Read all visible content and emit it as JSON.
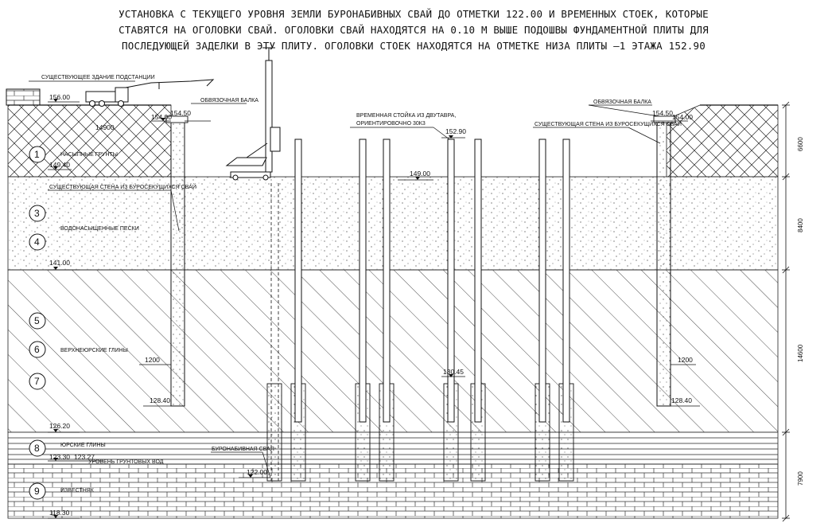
{
  "title": {
    "line1": "УСТАНОВКА С ТЕКУЩЕГО УРОВНЯ ЗЕМЛИ БУРОНАБИВНЫХ СВАЙ ДО ОТМЕТКИ 122.00 И ВРЕМЕННЫХ СТОЕК, КОТОРЫЕ",
    "line2": "СТАВЯТСЯ НА ОГОЛОВКИ СВАЙ. ОГОЛОВКИ СВАЙ НАХОДЯТСЯ НА 0.10 М ВЫШЕ ПОДОШВЫ ФУНДАМЕНТНОЙ ПЛИТЫ ДЛЯ",
    "line3": "ПОСЛЕДУЮЩЕЙ ЗАДЕЛКИ В ЭТУ ПЛИТУ. ОГОЛОВКИ СТОЕК НАХОДЯТСЯ НА ОТМЕТКЕ НИЗА ПЛИТЫ –1 ЭТАЖА 152.90"
  },
  "labels": {
    "building": "СУЩЕСТВУЮЩЕЕ ЗДАНИЕ ПОДСТАНЦИИ",
    "beam_left": "ОБВЯЗОЧНАЯ БАЛКА",
    "beam_right": "ОБВЯЗОЧНАЯ БАЛКА",
    "strut": "ВРЕМЕННАЯ СТОЙКА ИЗ ДВУТАВРА,",
    "strut2": "ОРИЕНТИРОВОЧНО 30К3",
    "wall_left": "СУЩЕСТВУЮЩАЯ СТЕНА ИЗ БУРОСЕКУЩИХСЯ СВАЙ",
    "wall_right": "СУЩЕСТВУЮЩАЯ СТЕНА ИЗ БУРОСЕКУЩИХСЯ СВАЙ",
    "fill": "НАСЫПНЫЕ ГРУНТЫ",
    "sands": "ВОДОНАСЫЩЕННЫЕ ПЕСКИ",
    "clays_upper": "ВЕРХНЕЮРСКИЕ ГЛИНЫ",
    "clays_jur": "ЮРСКИЕ ГЛИНЫ",
    "groundwater": "УРОВЕНЬ ГРУНТОВЫХ ВОД",
    "bored_pile": "БУРОНАБИВНАЯ СВАЯ",
    "limestone": "ИЗВЕСТНЯК"
  },
  "elevations": {
    "e156": "156.00",
    "e154_l": "154.00",
    "e154_5_l": "154.50",
    "e154_5_r": "154.50",
    "e154_r": "154.00",
    "d14900": "14900",
    "e152_9": "152.90",
    "e149_4": "149.40",
    "e149": "149.00",
    "e141": "141.00",
    "e130_45": "130.45",
    "e128_4_l": "128.40",
    "e128_4_r": "128.40",
    "e126_2": "126.20",
    "e123_3": "123.30",
    "e123_27": "123.27",
    "e122": "122.00",
    "e118_3": "118.30",
    "d1200_l": "1200",
    "d1200_r": "1200"
  },
  "layers": [
    "1",
    "3",
    "4",
    "5",
    "6",
    "7",
    "8",
    "9"
  ],
  "dimensions": [
    "6600",
    "8400",
    "14600",
    "7900"
  ]
}
